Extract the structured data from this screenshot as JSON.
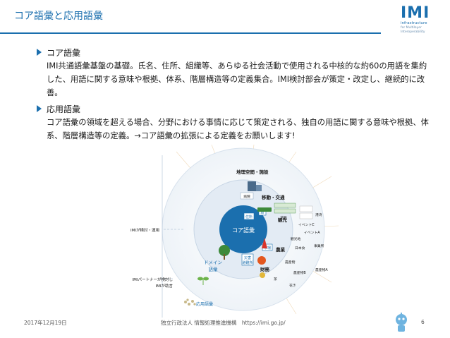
{
  "header": {
    "title": "コア語彙と応用語彙"
  },
  "logo": {
    "mark": "IMI",
    "line1": "infrastructure",
    "line2": "for Multilayer Interoperability"
  },
  "bullets": [
    {
      "head": "コア語彙",
      "body": "IMI共通語彙基盤の基礎。氏名、住所、組織等、あらゆる社会活動で使用される中核的な約60の用語を集約した、用語に関する意味や根拠、体系、階層構造等の定義集合。IMI検討部会が策定・改定し、継続的に改善。"
    },
    {
      "head": "応用語彙",
      "body": "コア語彙の領域を超える場合、分野における事情に応じて策定される、独自の用語に関する意味や根拠、体系、階層構造等の定義。→コア語彙の拡張による定義をお願いします!"
    }
  ],
  "diagram": {
    "core_label": "コア語彙",
    "domain_label_1": "ドメイン",
    "domain_label_2": "語彙",
    "applied_label": "応用語彙",
    "core_items": [
      "住所",
      "駅",
      "市場",
      "災害",
      "避難所"
    ],
    "sectors": [
      "地理空間・施設",
      "移動・交通",
      "観光",
      "農業",
      "財務"
    ],
    "small_labels": [
      "病院",
      "道路",
      "イベントC",
      "イベントA",
      "観光地",
      "日本食",
      "農産物",
      "農産物A",
      "農産物B",
      "茶",
      "花き",
      "港湾",
      "事業所"
    ],
    "left_notes": [
      "IMIが検討・運用",
      "IMIパートナーが検討し",
      "IMIが助言"
    ],
    "colors": {
      "core": "#1b6fae",
      "ring": "#dfe8f1",
      "outer": "#f3f6f9",
      "orange": "#f08a00",
      "green": "#3d8a3a"
    }
  },
  "footer": {
    "date": "2017年12月19日",
    "org": "独立行政法人 情報処理推進機構　https://imi.go.jp/",
    "page": "6"
  }
}
